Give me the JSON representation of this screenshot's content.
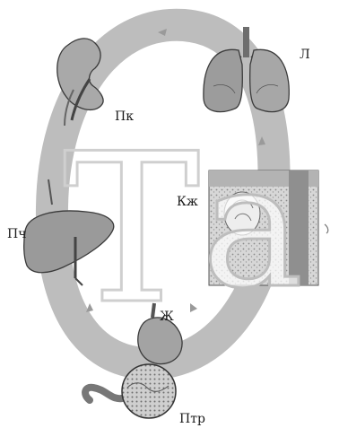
{
  "diagram": {
    "watermark_letters": [
      "Т",
      "а"
    ],
    "organ_labels": {
      "lungs": "Л",
      "kidney": "Пк",
      "skin": "Кж",
      "liver": "Пч",
      "stomach": "Ж",
      "intestine": "Птр"
    }
  }
}
